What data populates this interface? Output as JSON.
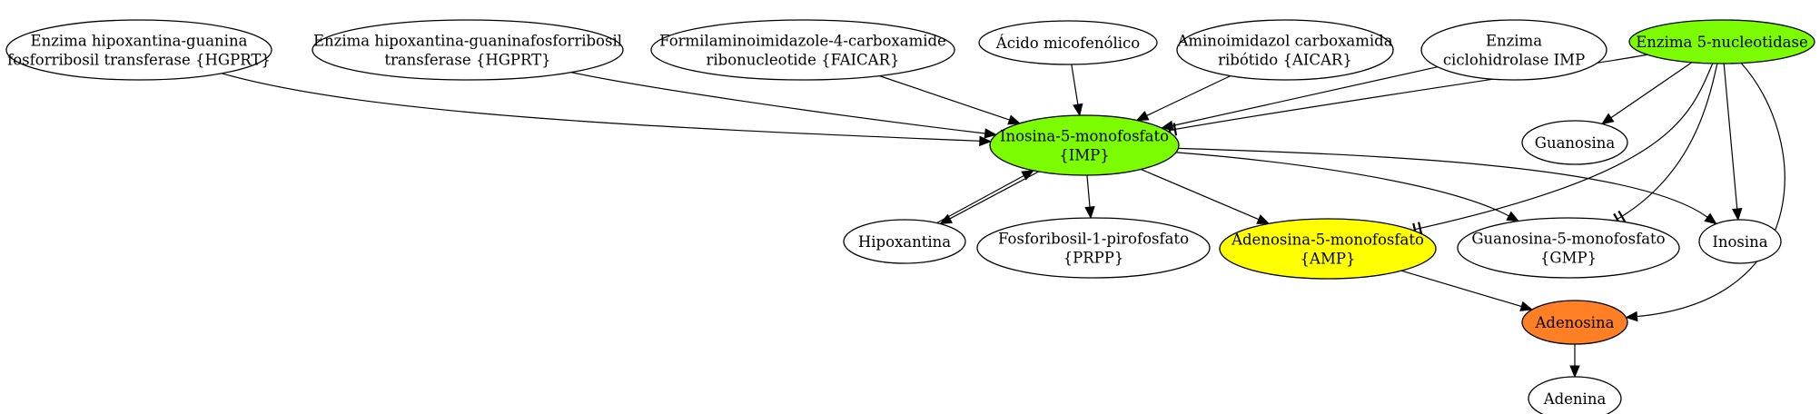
{
  "nodes": {
    "hgprt1": {
      "lines": [
        "Enzima hipoxantina-guanina",
        "fosforribosil transferase {HGPRT}"
      ],
      "fill": "#ffffff"
    },
    "hgprt2": {
      "lines": [
        "Enzima hipoxantina-guaninafosforribosil",
        "transferase {HGPRT}"
      ],
      "fill": "#ffffff"
    },
    "faicar": {
      "lines": [
        "Formilaminoimidazole-4-carboxamide",
        "ribonucleotide {FAICAR}"
      ],
      "fill": "#ffffff"
    },
    "acido": {
      "lines": [
        "Ácido micofenólico"
      ],
      "fill": "#ffffff"
    },
    "aicar": {
      "lines": [
        "Aminoimidazol carboxamida",
        "ribótido {AICAR}"
      ],
      "fill": "#ffffff"
    },
    "ciclo": {
      "lines": [
        "Enzima",
        "ciclohidrolase IMP"
      ],
      "fill": "#ffffff"
    },
    "nucleotidase": {
      "lines": [
        "Enzima 5-nucleotidase"
      ],
      "fill": "#7cfc00"
    },
    "imp": {
      "lines": [
        "Inosina-5-monofosfato",
        "{IMP}"
      ],
      "fill": "#7cfc00"
    },
    "guanosina": {
      "lines": [
        "Guanosina"
      ],
      "fill": "#ffffff"
    },
    "hipoxantina": {
      "lines": [
        "Hipoxantina"
      ],
      "fill": "#ffffff"
    },
    "prpp": {
      "lines": [
        "Fosforibosil-1-pirofosfato",
        "{PRPP}"
      ],
      "fill": "#ffffff"
    },
    "amp": {
      "lines": [
        "Adenosina-5-monofosfato",
        "{AMP}"
      ],
      "fill": "#ffff00"
    },
    "gmp": {
      "lines": [
        "Guanosina-5-monofosfato",
        "{GMP}"
      ],
      "fill": "#ffffff"
    },
    "inosina": {
      "lines": [
        "Inosina"
      ],
      "fill": "#ffffff"
    },
    "adenosina": {
      "lines": [
        "Adenosina"
      ],
      "fill": "#ff7f24"
    },
    "adenina": {
      "lines": [
        "Adenina"
      ],
      "fill": "#ffffff"
    }
  },
  "edges": [
    {
      "from": "hgprt1",
      "to": "imp",
      "type": "activates"
    },
    {
      "from": "hgprt2",
      "to": "imp",
      "type": "activates"
    },
    {
      "from": "faicar",
      "to": "imp",
      "type": "activates"
    },
    {
      "from": "acido",
      "to": "imp",
      "type": "activates"
    },
    {
      "from": "aicar",
      "to": "imp",
      "type": "activates"
    },
    {
      "from": "ciclo",
      "to": "imp",
      "type": "activates"
    },
    {
      "from": "nucleotidase",
      "to": "imp",
      "type": "inhibits"
    },
    {
      "from": "nucleotidase",
      "to": "guanosina",
      "type": "activates"
    },
    {
      "from": "nucleotidase",
      "to": "amp",
      "type": "inhibits"
    },
    {
      "from": "nucleotidase",
      "to": "gmp",
      "type": "inhibits"
    },
    {
      "from": "nucleotidase",
      "to": "inosina",
      "type": "activates"
    },
    {
      "from": "nucleotidase",
      "to": "adenosina",
      "type": "activates"
    },
    {
      "from": "imp",
      "to": "hipoxantina",
      "type": "activates"
    },
    {
      "from": "hipoxantina",
      "to": "imp",
      "type": "activates"
    },
    {
      "from": "imp",
      "to": "prpp",
      "type": "activates"
    },
    {
      "from": "imp",
      "to": "amp",
      "type": "activates"
    },
    {
      "from": "imp",
      "to": "gmp",
      "type": "activates"
    },
    {
      "from": "imp",
      "to": "inosina",
      "type": "activates"
    },
    {
      "from": "amp",
      "to": "adenosina",
      "type": "activates"
    },
    {
      "from": "adenosina",
      "to": "adenina",
      "type": "activates"
    }
  ]
}
